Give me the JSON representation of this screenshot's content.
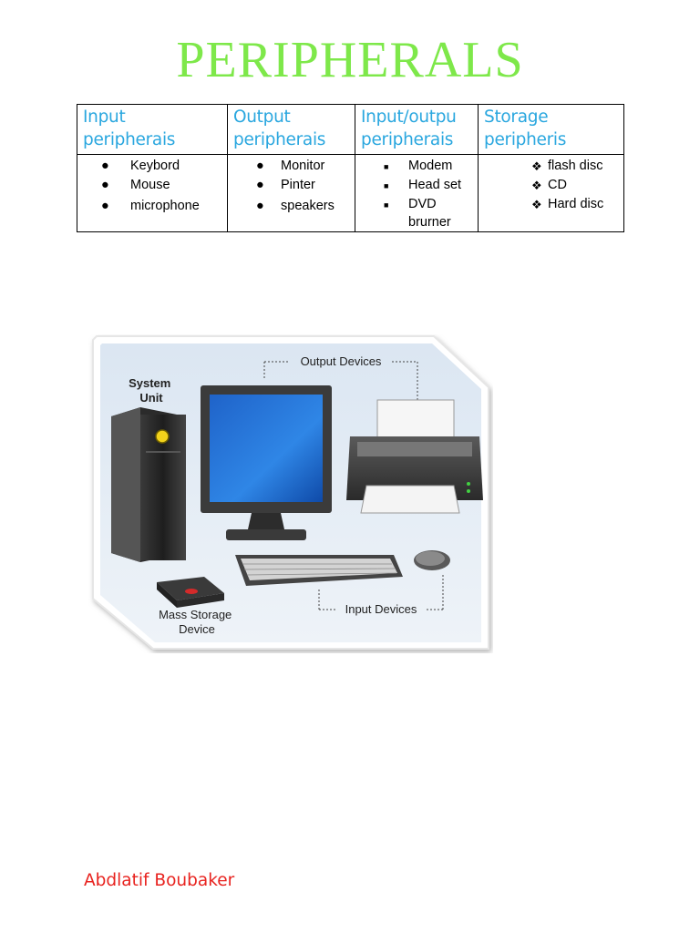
{
  "title": "PERIPHERALS",
  "table": {
    "headers": [
      "Input\nperipherais",
      "Output\nperipherais",
      "Input/outpu\nperipherais",
      "Storage\nperipheris"
    ],
    "input_items": [
      "Keybord",
      "Mouse",
      "microphone"
    ],
    "output_items": [
      "Monitor",
      "Pinter",
      "speakers"
    ],
    "io_items": [
      "Modem",
      "Head set",
      "DVD\nbrurner"
    ],
    "storage_items": [
      "flash disc",
      "CD",
      "Hard disc"
    ]
  },
  "figure": {
    "labels": {
      "system_unit": "System\nUnit",
      "output_devices": "Output Devices",
      "input_devices": "Input Devices",
      "mass_storage": "Mass Storage\nDevice"
    }
  },
  "author": "Abdlatif Boubaker",
  "colors": {
    "title": "#7ee84a",
    "header_text": "#2aa7df",
    "author": "#e8231f",
    "figure_bg": "#e4edf6"
  }
}
